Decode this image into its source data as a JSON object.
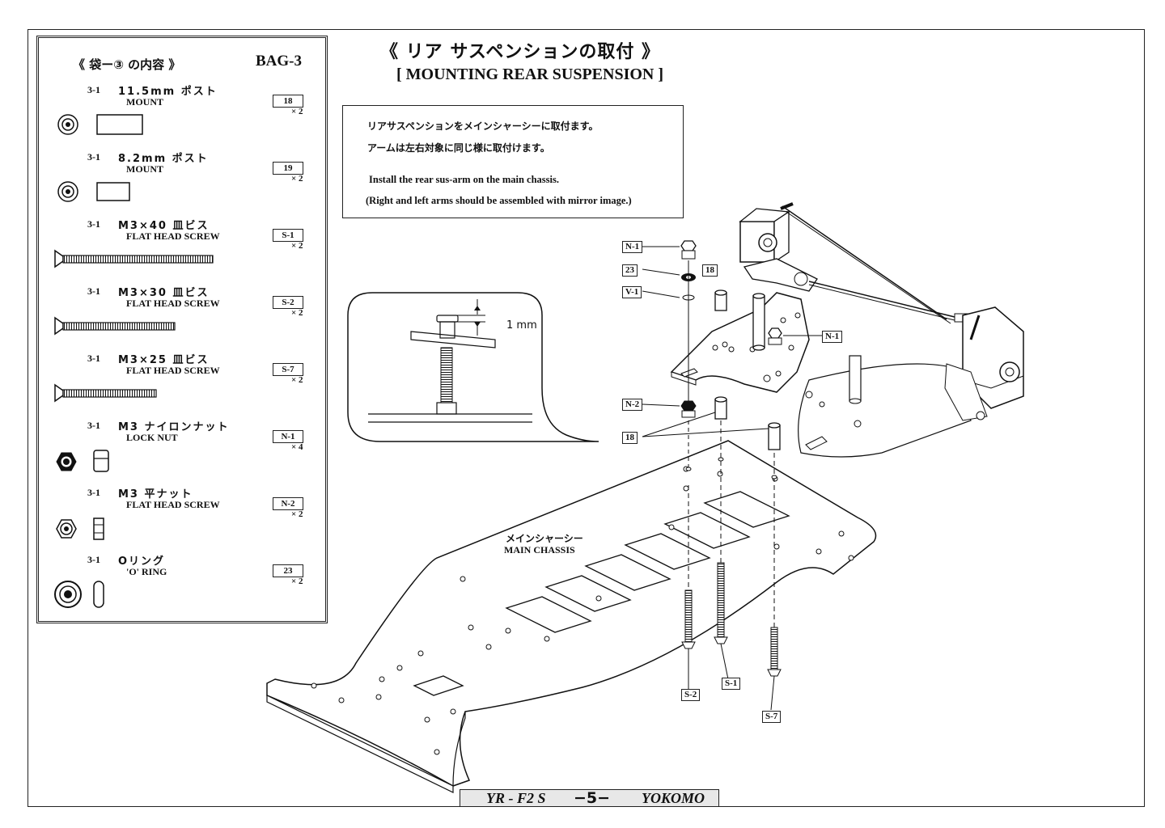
{
  "bag": {
    "title": "《 袋ー③ の内容 》",
    "label": "BAG-3",
    "parts": [
      {
        "num": "3-1",
        "jp": "11.5mm ポスト",
        "en": "MOUNT",
        "code": "18",
        "qty": "× 2"
      },
      {
        "num": "3-1",
        "jp": "8.2mm ポスト",
        "en": "MOUNT",
        "code": "19",
        "qty": "× 2"
      },
      {
        "num": "3-1",
        "jp": "M3×40 皿ビス",
        "en": "FLAT HEAD SCREW",
        "code": "S-1",
        "qty": "× 2"
      },
      {
        "num": "3-1",
        "jp": "M3×30 皿ビス",
        "en": "FLAT HEAD SCREW",
        "code": "S-2",
        "qty": "× 2"
      },
      {
        "num": "3-1",
        "jp": "M3×25 皿ビス",
        "en": "FLAT HEAD SCREW",
        "code": "S-7",
        "qty": "× 2"
      },
      {
        "num": "3-1",
        "jp": "M3 ナイロンナット",
        "en": "LOCK NUT",
        "code": "N-1",
        "qty": "× 4"
      },
      {
        "num": "3-1",
        "jp": "M3 平ナット",
        "en": "FLAT HEAD SCREW",
        "code": "N-2",
        "qty": "× 2"
      },
      {
        "num": "3-1",
        "jp": "Oリング",
        "en": "'O' RING",
        "code": "23",
        "qty": "× 2"
      }
    ]
  },
  "title": {
    "jp": "《 リア サスペンションの取付 》",
    "en": "[ MOUNTING REAR SUSPENSION ]"
  },
  "instructions": {
    "jp1": "リアサスペンションをメインシャーシーに取付ます。",
    "jp2": "アームは左右対象に同じ様に取付けます。",
    "en1": "Install the rear sus-arm on the main chassis.",
    "en2": "(Right and left arms should be assembled with mirror image.)"
  },
  "drawing": {
    "detail_gap": "1 mm",
    "chassis_jp": "メインシャーシー",
    "chassis_en": "MAIN CHASSIS",
    "labels": {
      "n1_top": "N-1",
      "o23": "23",
      "post18_top": "18",
      "v1": "V-1",
      "n1_right": "N-1",
      "n2": "N-2",
      "post18_bottom": "18",
      "s2": "S-2",
      "s1": "S-1",
      "s7": "S-7"
    }
  },
  "footer": {
    "model": "YR - F2 S",
    "page": "−5−",
    "brand": "YOKOMO"
  }
}
